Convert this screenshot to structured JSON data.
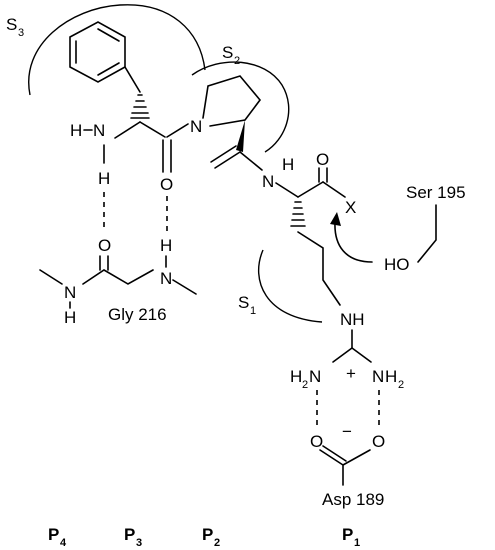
{
  "sites": {
    "s3": {
      "main": "S",
      "sub": "3"
    },
    "s2": {
      "main": "S",
      "sub": "2"
    },
    "s1": {
      "main": "S",
      "sub": "1"
    }
  },
  "atoms": {
    "nh_p3": "N",
    "h_p3": "H",
    "h_p3_lower": "H",
    "o_p3": "O",
    "n_pro": "N",
    "h_p1": "H",
    "n_p1": "N",
    "o_p1": "O",
    "x_leaving": "X",
    "o_gly": "O",
    "h_gly": "H",
    "n_gly_right": "N",
    "nh_gly_left": "N",
    "h_gly_left": "H",
    "ho_ser": "HO",
    "nh_arg": "NH",
    "h2n_left": "H",
    "h2n_left_n": "N",
    "nh2_right_n": "N",
    "nh2_right_h": "H",
    "charge_plus": "+",
    "o_asp_left": "O",
    "o_asp_right": "O",
    "charge_minus": "−"
  },
  "subscripts": {
    "two_left": "2",
    "two_right": "2"
  },
  "labels": {
    "ser": "Ser 195",
    "gly": "Gly 216",
    "asp": "Asp 189"
  },
  "positions": [
    {
      "main": "P",
      "sub": "4"
    },
    {
      "main": "P",
      "sub": "3"
    },
    {
      "main": "P",
      "sub": "2"
    },
    {
      "main": "P",
      "sub": "1"
    }
  ]
}
